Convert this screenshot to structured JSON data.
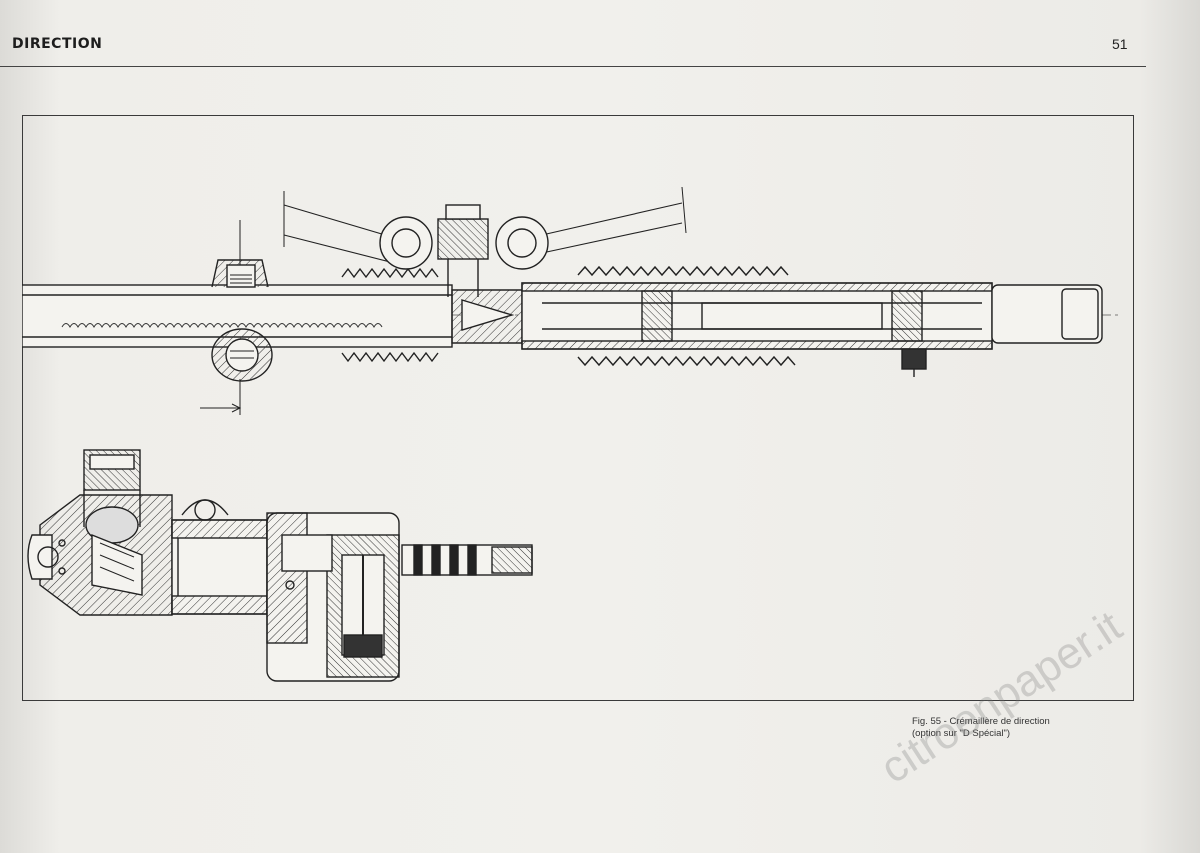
{
  "header": {
    "section_title": "DIRECTION",
    "page_number": "51"
  },
  "figure": {
    "caption_line1": "Fig. 55 - Crémaillère de direction",
    "caption_line2": "(option sur \"D Spécial\")"
  },
  "watermark": {
    "text": "citroenpaper.it"
  }
}
